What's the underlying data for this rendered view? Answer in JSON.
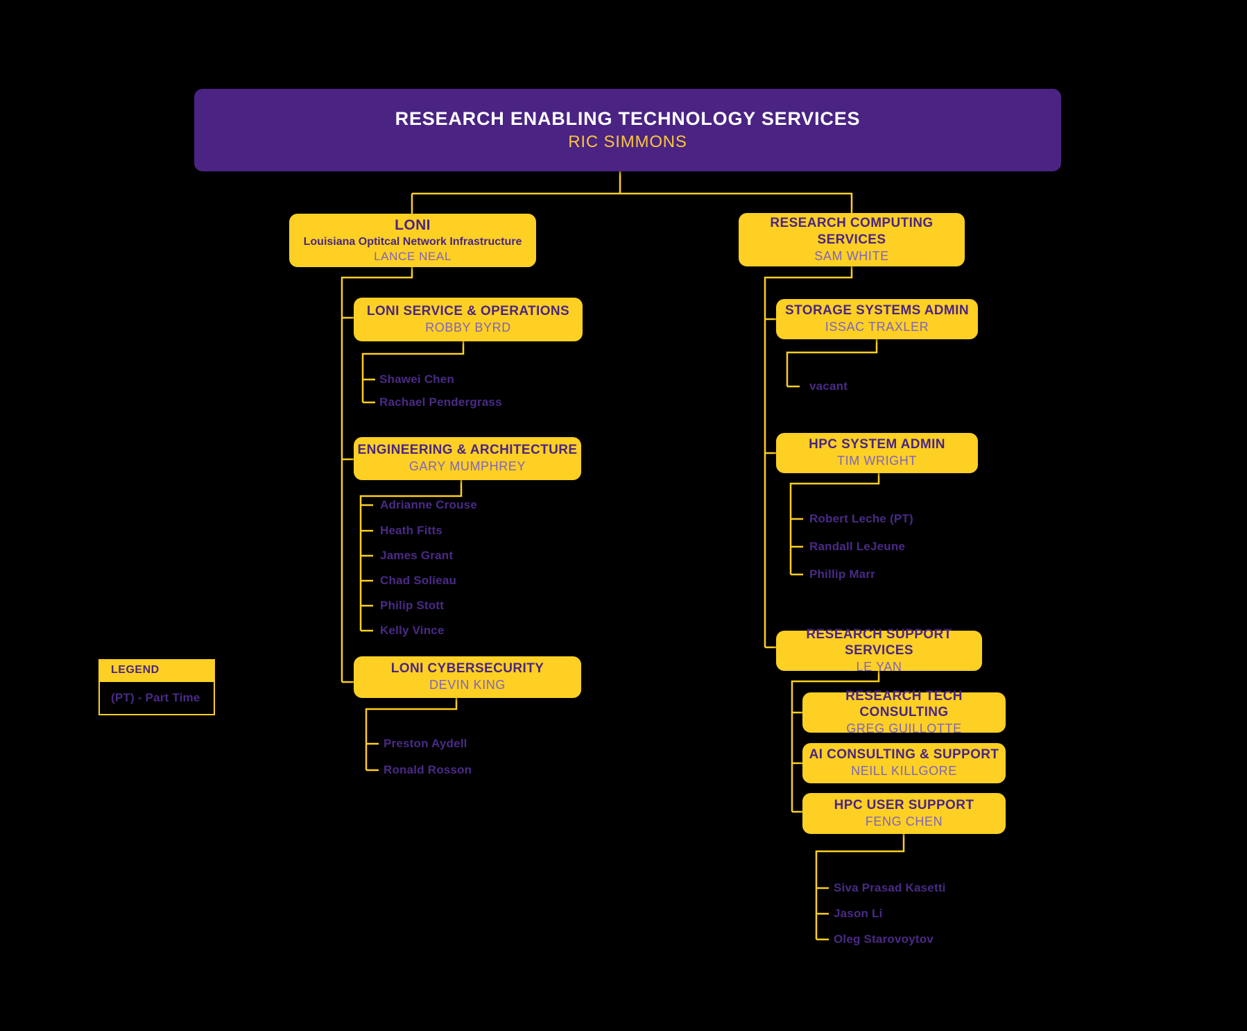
{
  "colors": {
    "background": "#000000",
    "purple_box": "#4a2383",
    "gold": "#fdd023",
    "heading_text": "#4a2583",
    "person_text": "#7e63c0",
    "member_text": "#4a2a86",
    "root_title_text": "#ffffff",
    "root_person_text": "#fcc73c"
  },
  "org": {
    "root": {
      "title": "RESEARCH ENABLING TECHNOLOGY SERVICES",
      "person": "RIC SIMMONS"
    },
    "loni": {
      "title": "LONI",
      "subtitle": "Louisiana Optitcal Network Infrastructure",
      "person": "LANCE NEAL"
    },
    "loni_service": {
      "title": "LONI SERVICE & OPERATIONS",
      "person": "ROBBY BYRD",
      "members": [
        "Shawei Chen",
        "Rachael Pendergrass"
      ]
    },
    "engineering": {
      "title": "ENGINEERING & ARCHITECTURE",
      "person": "GARY MUMPHREY",
      "members": [
        "Adrianne Crouse",
        "Heath Fitts",
        "James Grant",
        "Chad Solieau",
        "Philip Stott",
        "Kelly Vince"
      ]
    },
    "cybersecurity": {
      "title": "LONI CYBERSECURITY",
      "person": "DEVIN KING",
      "members": [
        "Preston Aydell",
        "Ronald Rosson"
      ]
    },
    "rcs": {
      "title": "RESEARCH COMPUTING SERVICES",
      "person": "SAM WHITE"
    },
    "storage": {
      "title": "STORAGE SYSTEMS ADMIN",
      "person": "ISSAC TRAXLER",
      "members": [
        "vacant"
      ]
    },
    "hpc_admin": {
      "title": "HPC SYSTEM ADMIN",
      "person": "TIM WRIGHT",
      "members": [
        "Robert Leche (PT)",
        "Randall LeJeune",
        "Phillip Marr"
      ]
    },
    "rss": {
      "title": "RESEARCH SUPPORT SERVICES",
      "person": "LE YAN"
    },
    "rtc": {
      "title": "RESEARCH TECH CONSULTING",
      "person": "GREG GUILLOTTE"
    },
    "ai": {
      "title": "AI CONSULTING & SUPPORT",
      "person": "NEILL KILLGORE"
    },
    "hpc_user": {
      "title": "HPC USER SUPPORT",
      "person": "FENG CHEN",
      "members": [
        "Siva Prasad Kasetti",
        "Jason Li",
        "Oleg Starovoytov"
      ]
    }
  },
  "legend": {
    "title": "LEGEND",
    "note": "(PT) - Part Time"
  }
}
